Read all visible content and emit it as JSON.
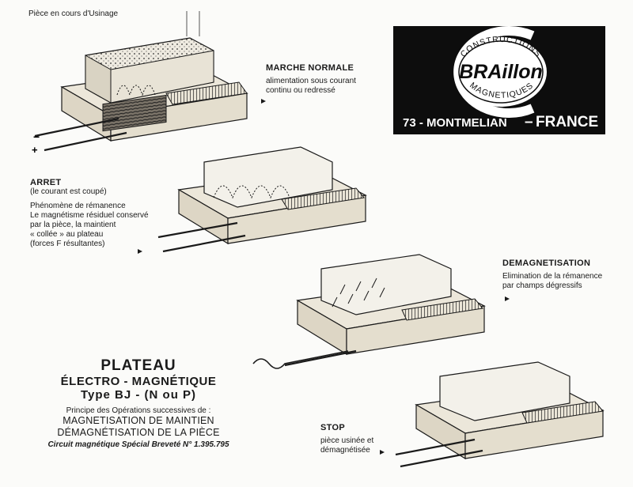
{
  "caption_top": "Pièce en cours d'Usinage",
  "logo": {
    "arc_top": "CONSTRUCTIONS",
    "brand": "BRAillon",
    "arc_bottom": "MAGNETIQUES",
    "address_prefix": "73 - MONTMELIAN",
    "address_country": "FRANCE"
  },
  "stages": [
    {
      "title": "MARCHE NORMALE",
      "lines": [
        "alimentation sous courant",
        "continu ou redressé"
      ]
    },
    {
      "title": "ARRET",
      "subtitle": "(le courant est coupé)",
      "lines": [
        "Phénomène de rémanence",
        "Le magnétisme résiduel conservé",
        "par la pièce, la maintient",
        "« collée » au plateau",
        "(forces F résultantes)"
      ]
    },
    {
      "title": "DEMAGNETISATION",
      "lines": [
        "Elimination de la rémanence",
        "par champs dégressifs"
      ]
    },
    {
      "title": "STOP",
      "lines": [
        "pièce usinée et",
        "démagnétisée"
      ]
    }
  ],
  "product": {
    "line1": "PLATEAU",
    "line2": "ÉLECTRO - MAGNÉTIQUE",
    "line3": "Type BJ - (N ou P)",
    "line4": "Principe des Opérations successives de :",
    "line5": "MAGNETISATION DE MAINTIEN",
    "line6": "DÉMAGNÉTISATION DE LA PIÈCE",
    "line7": "Circuit magnétique Spécial Breveté N° 1.395.795"
  },
  "terminal_minus": "−",
  "terminal_plus": "+",
  "colors": {
    "ink": "#1a1a1a",
    "paper": "#fbfbf9",
    "logo_bg": "#0d0d0d",
    "wood": "#e9e4d6"
  }
}
